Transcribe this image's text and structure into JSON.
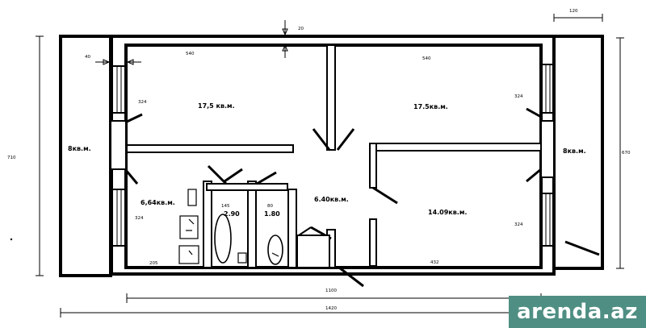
{
  "rooms": {
    "top_left": "17,5 кв.м.",
    "top_right": "17.5кв.м.",
    "left_balcony": "8кв.м.",
    "right_balcony": "8кв.м.",
    "mid_left": "6,64кв.м.",
    "bath1": "2.90",
    "bath2": "1.80",
    "hall": "6.40кв.м.",
    "bottom_right": "14.09кв.м."
  },
  "dimensions": {
    "top_gap": "20",
    "right_top": "120",
    "left_inner": "40",
    "top_left_width": "540",
    "top_right_width": "540",
    "left_total_height": "710",
    "right_total_height": "670",
    "room1_height": "324",
    "room2_height": "324",
    "mid_left_height": "324",
    "bottom_right_height": "324",
    "bath1_width": "145",
    "bath2_width": "80",
    "mid_left_width": "205",
    "bottom_right_width": "432",
    "inner_width": "1100",
    "total_width": "1420"
  },
  "watermark": "arenda.az"
}
